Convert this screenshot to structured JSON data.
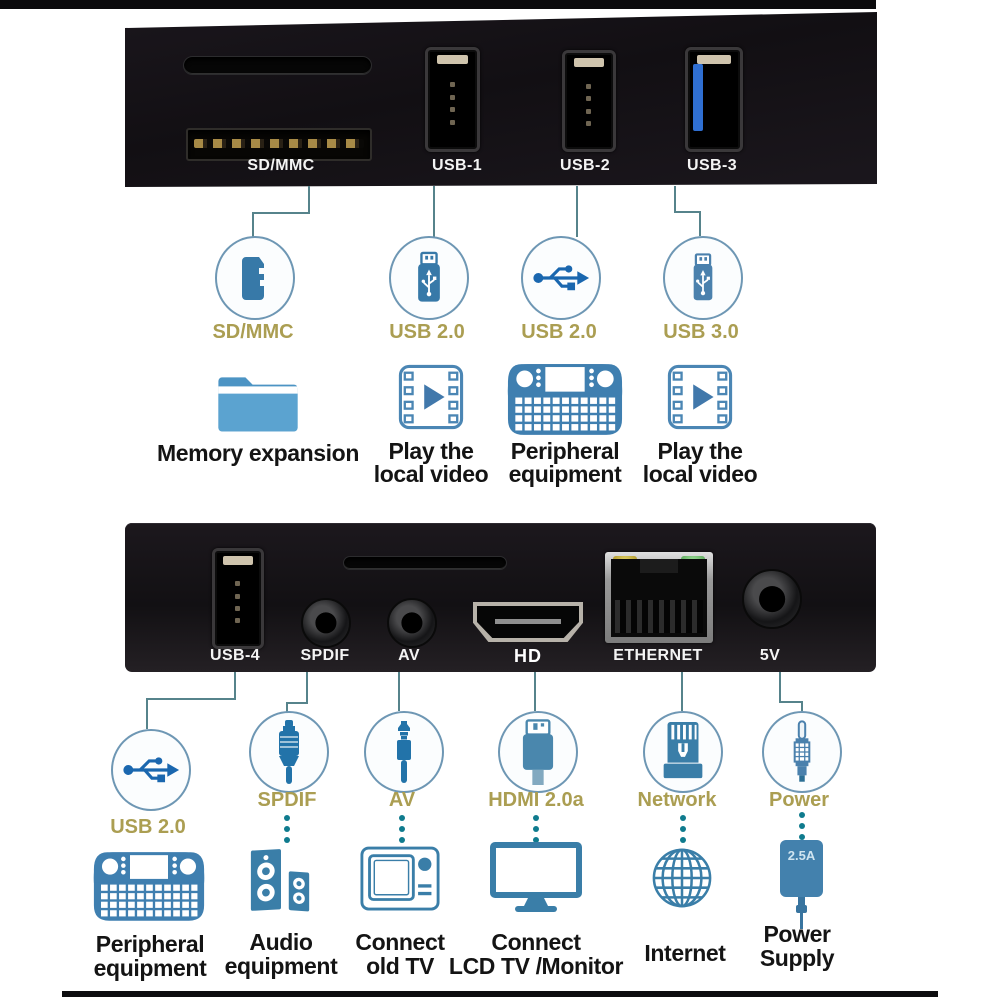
{
  "top_panel": {
    "ports": [
      {
        "label": "SD/MMC"
      },
      {
        "label": "USB-1"
      },
      {
        "label": "USB-2"
      },
      {
        "label": "USB-3"
      }
    ]
  },
  "top_connectors": [
    {
      "icon": "sd-card-icon",
      "label": "SD/MMC"
    },
    {
      "icon": "usb-stick-icon",
      "label": "USB 2.0"
    },
    {
      "icon": "usb-symbol-icon",
      "label": "USB 2.0"
    },
    {
      "icon": "usb-stick-outline-icon",
      "label": "USB 3.0"
    }
  ],
  "top_functions": [
    {
      "icon": "folder-icon",
      "lines": [
        "Memory expansion"
      ]
    },
    {
      "icon": "video-player-icon",
      "lines": [
        "Play the",
        "local video"
      ]
    },
    {
      "icon": "mini-keyboard-icon",
      "lines": [
        "Peripheral",
        "equipment"
      ]
    },
    {
      "icon": "video-player-icon",
      "lines": [
        "Play the",
        "local video"
      ]
    }
  ],
  "bottom_panel": {
    "ports": [
      {
        "label": "USB-4"
      },
      {
        "label": "SPDIF"
      },
      {
        "label": "AV"
      },
      {
        "label": "HD"
      },
      {
        "label": "ETHERNET"
      },
      {
        "label": "5V"
      }
    ]
  },
  "bottom_connectors": [
    {
      "icon": "usb-symbol-icon",
      "label": "USB 2.0"
    },
    {
      "icon": "spdif-plug-icon",
      "label": "SPDIF"
    },
    {
      "icon": "av-plug-icon",
      "label": "AV"
    },
    {
      "icon": "hdmi-plug-icon",
      "label": "HDMI 2.0a"
    },
    {
      "icon": "network-plug-icon",
      "label": "Network"
    },
    {
      "icon": "power-plug-icon",
      "label": "Power"
    }
  ],
  "bottom_functions": [
    {
      "icon": "mini-keyboard-icon",
      "lines": [
        "Peripheral",
        "equipment"
      ]
    },
    {
      "icon": "speakers-icon",
      "lines": [
        "Audio",
        "equipment"
      ]
    },
    {
      "icon": "old-tv-icon",
      "lines": [
        "Connect",
        "old TV"
      ]
    },
    {
      "icon": "monitor-icon",
      "lines": [
        "Connect",
        "LCD TV /Monitor"
      ]
    },
    {
      "icon": "globe-icon",
      "lines": [
        "Internet"
      ]
    },
    {
      "icon": "power-adapter-icon",
      "lines": [
        "Power",
        "Supply"
      ]
    }
  ],
  "power_adapter": {
    "rating": "2.5A"
  },
  "colors": {
    "icon_blue": "#3779a8",
    "trident_blue": "#1a67af",
    "gold_label": "#ab9e52",
    "connector_line": "#56838b",
    "dots_teal": "#0f7b8e",
    "usb3_tongue": "#2f6fd2",
    "led_yellow": "#c8b23a",
    "led_green": "#6db86c"
  }
}
